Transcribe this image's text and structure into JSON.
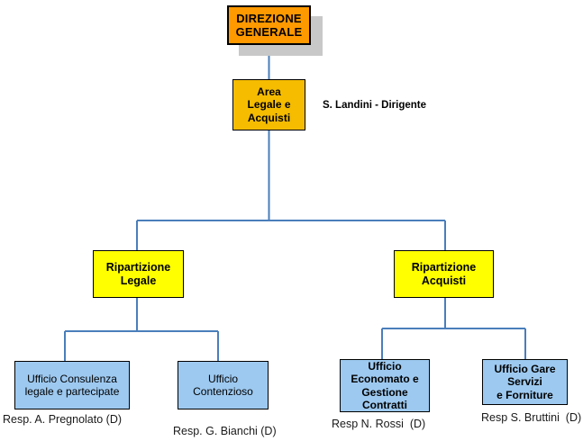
{
  "diagram": {
    "title_text": "DIREZIONE GENERALE",
    "connector_color": "#4a7ebb",
    "colors": {
      "top_box_fill": "#ff9900",
      "area_box_fill": "#f5bc00",
      "ripartizione_fill": "#ffff00",
      "ufficio_fill": "#9dc9f0",
      "shadow": "#c8c8c8",
      "border": "#000000",
      "text": "#000000"
    },
    "nodes": {
      "direzione_generale": "DIREZIONE\nGENERALE",
      "area_legale_acquisti": "Area\nLegale e\nAcquisti",
      "ripartizione_legale": "Ripartizione\nLegale",
      "ripartizione_acquisti": "Ripartizione\nAcquisti",
      "ufficio_consulenza": "Ufficio Consulenza\nlegale e partecipate",
      "ufficio_contenzioso": "Ufficio\nContenzioso",
      "ufficio_economato": "Ufficio\nEconomato e\nGestione\nContratti",
      "ufficio_gare": "Ufficio Gare\nServizi\ne Forniture"
    },
    "captions": {
      "dirigente": "S. Landini - Dirigente",
      "resp_consulenza": "Resp. A. Pregnolato (D)",
      "resp_contenzioso": "Resp. G. Bianchi (D)",
      "resp_economato": "Resp N. Rossi  (D)",
      "resp_gare": "Resp S. Bruttini  (D)"
    }
  }
}
